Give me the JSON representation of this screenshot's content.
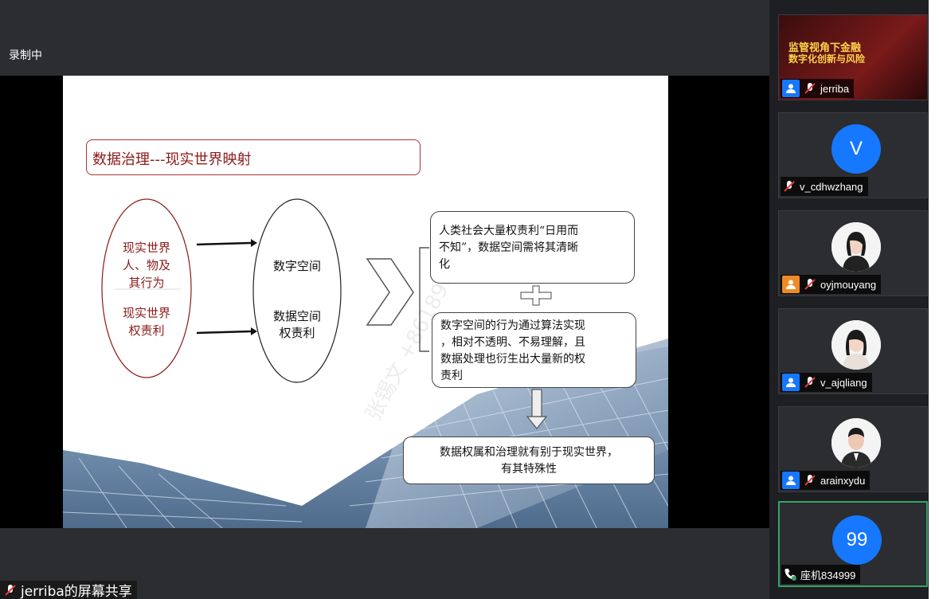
{
  "recording": {
    "label": "录制中"
  },
  "share": {
    "label": "jerriba的屏幕共享"
  },
  "slide": {
    "title": "数据治理---现实世界映射",
    "left_ellipse": {
      "line1": "现实世界",
      "line2": "人、物及",
      "line3": "其行为",
      "line4": "现实世界",
      "line5": "权责利"
    },
    "mid_ellipse": {
      "top": "数字空间",
      "bottom1": "数据空间",
      "bottom2": "权责利"
    },
    "box1": {
      "line1": "人类社会大量权责利“日用而",
      "line2": "不知”，数据空间需将其清晰",
      "line3": "化"
    },
    "box2": {
      "line1": "数字空间的行为通过算法实现",
      "line2": "，相对不透明、不易理解，且",
      "line3": "数据处理也衍生出大量新的权",
      "line4": "责利"
    },
    "box3": {
      "line1": "数据权属和治理就有别于现实世界，",
      "line2": "有其特殊性"
    },
    "watermark": "张锡文 +8618962229"
  },
  "participants": [
    {
      "name": "jerriba",
      "type": "banner",
      "banner_line1": "监管视角下金融",
      "banner_line2": "数字化创新与风险",
      "badge_color": "#1677ff"
    },
    {
      "name": "v_cdhwzhang",
      "type": "initial",
      "initial": "V"
    },
    {
      "name": "oyjmouyang",
      "type": "photo",
      "badge_color": "#f08a24"
    },
    {
      "name": "v_ajqliang",
      "type": "photo",
      "badge_color": "#1677ff"
    },
    {
      "name": "arainxydu",
      "type": "photo",
      "badge_color": "#1677ff"
    },
    {
      "name": "座机834999",
      "type": "initial",
      "initial": "99"
    }
  ],
  "colors": {
    "accent_blue": "#1677ff",
    "title_red": "#8b1a1a",
    "speaker_green": "#38a169"
  }
}
